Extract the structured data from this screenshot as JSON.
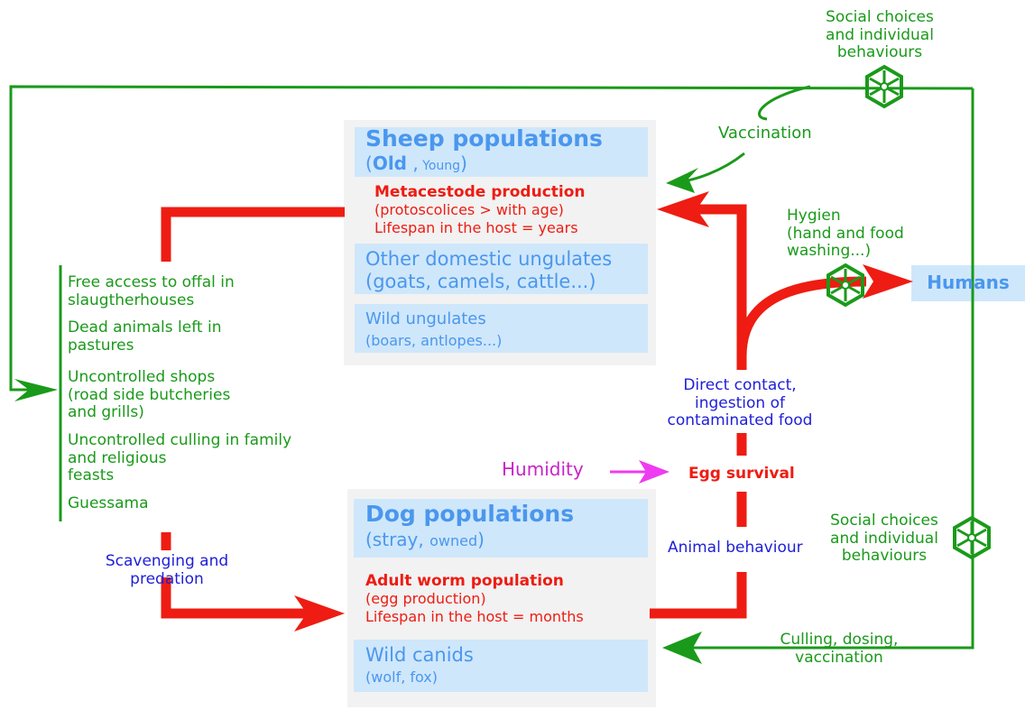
{
  "social_choices_top": [
    "Social choices",
    "and individual",
    "behaviours"
  ],
  "vaccination": "Vaccination",
  "sheep": {
    "title": "Sheep populations",
    "paren_open": "(",
    "old": "Old",
    "comma": " ,",
    "young": " Young",
    "paren_close": ")"
  },
  "metacestode": {
    "title": "Metacestode production",
    "line1": "(protoscolices > with age)",
    "line2": "Lifespan in the host = years"
  },
  "other_ungulates": [
    "Other domestic ungulates",
    "(goats, camels, cattle...)"
  ],
  "wild_ungulates": [
    "Wild ungulates",
    "(boars, antlopes...)"
  ],
  "hygiene": [
    "Hygien",
    "(hand and food",
    "washing...)"
  ],
  "humans": "Humans",
  "factors": [
    [
      "Free access to offal in",
      "slaugtherhouses"
    ],
    [
      "Dead animals left in",
      "pastures"
    ],
    [
      "Uncontrolled shops",
      "(road side butcheries",
      "and grills)"
    ],
    [
      "Uncontrolled culling in family",
      "and religious",
      "feasts"
    ],
    [
      "Guessama"
    ]
  ],
  "direct_contact": [
    "Direct contact,",
    "ingestion of",
    "contaminated food"
  ],
  "humidity": "Humidity",
  "egg_survival": "Egg survival",
  "social_choices_right": [
    "Social choices",
    "and individual",
    "behaviours"
  ],
  "scavenging": [
    "Scavenging and",
    "predation"
  ],
  "dog": {
    "title": "Dog populations",
    "paren_open": "(stray, ",
    "owned": "owned",
    "paren_close": ")"
  },
  "adult_worm": {
    "title": "Adult worm population",
    "line1": "(egg production)",
    "line2": "Lifespan in the host = months"
  },
  "animal_behaviour": "Animal behaviour",
  "wild_canids": [
    "Wild canids",
    "(wolf, fox)"
  ],
  "culling": [
    "Culling, dosing,",
    "vaccination"
  ],
  "colors": {
    "green": "#1a9a1a",
    "red": "#ee1c12",
    "navy": "#1e1ed8",
    "light_blue": "#4a97ee",
    "magenta": "#c824c8",
    "panel_grey": "#f2f2f2",
    "box_blue": "#cfe7fb"
  }
}
